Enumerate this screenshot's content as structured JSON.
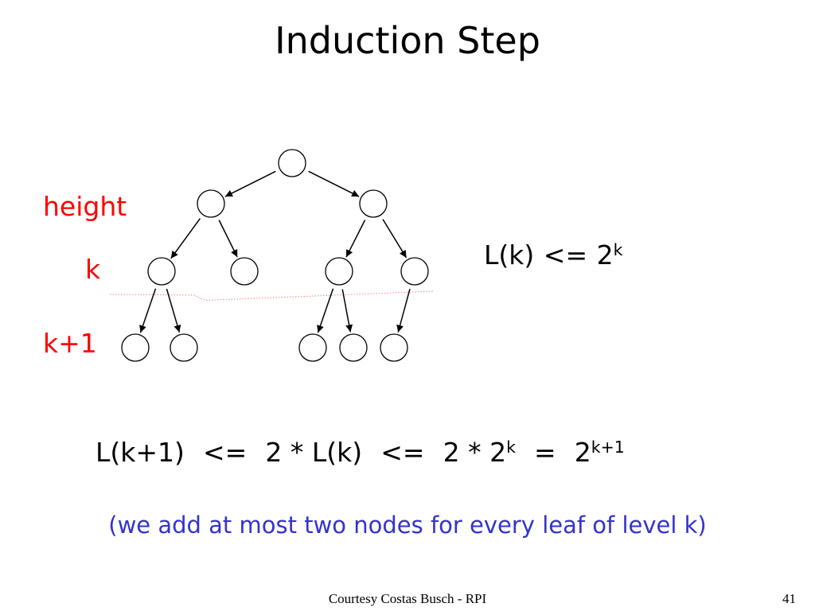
{
  "slide": {
    "title": "Induction Step",
    "labels": {
      "height": "height",
      "k": "k",
      "k_plus_1": "k+1"
    },
    "formula_lk": {
      "lhs": "L(k)",
      "op": "<=",
      "base": "2",
      "exp": "k"
    },
    "formula_main": {
      "t1": "L(k+1)",
      "op1": "<=",
      "t2": "2 * L(k)",
      "op2": "<=",
      "t3_base": "2 * 2",
      "t3_exp": "k",
      "op3": "=",
      "t4_base": "2",
      "t4_exp": "k+1"
    },
    "note": "(we add at most two nodes for every leaf of level k)",
    "footer": {
      "credit": "Courtesy Costas Busch - RPI",
      "page": "41"
    }
  },
  "colors": {
    "label_red": "#ff0000",
    "note_blue": "#3333cc",
    "level_line": "#ff8080",
    "ink": "#000000"
  },
  "tree": {
    "levels": [
      {
        "name": "root",
        "node_count": 1
      },
      {
        "name": "level-1",
        "node_count": 2
      },
      {
        "name": "level-k",
        "node_count": 4
      },
      {
        "name": "level-k-plus-1",
        "node_count": 5
      }
    ]
  }
}
